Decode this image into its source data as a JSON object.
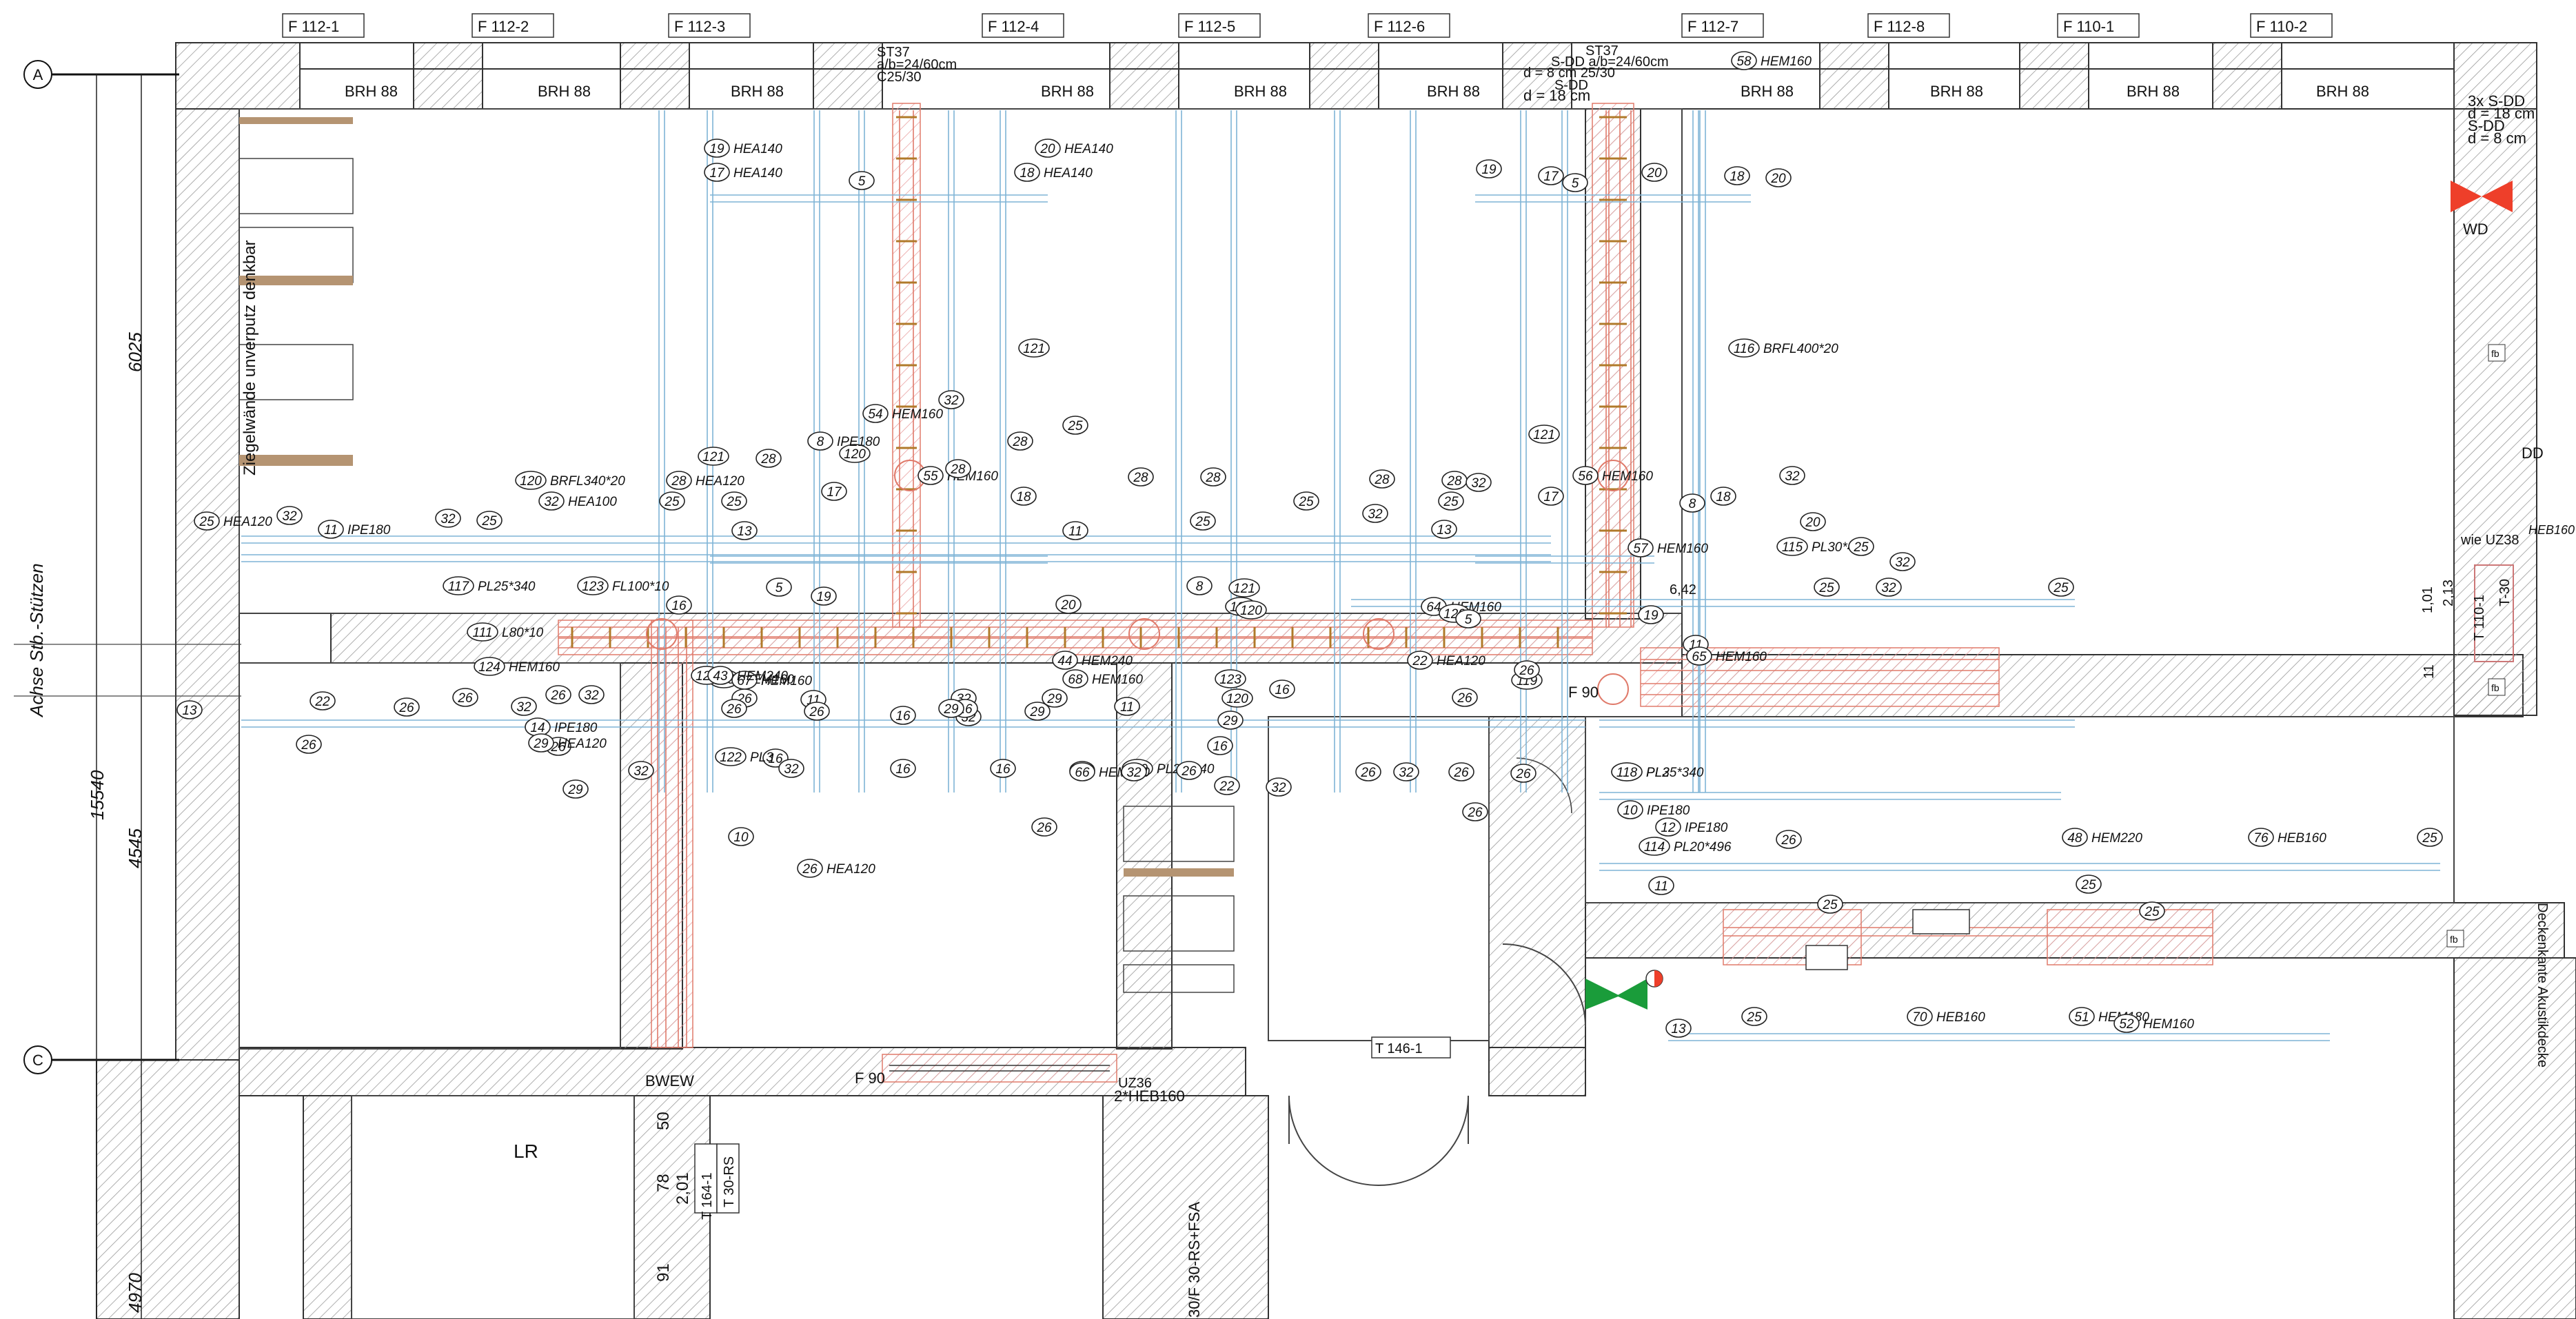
{
  "top_windows": [
    "F 112-1",
    "F 112-2",
    "F 112-3",
    "F 112-4",
    "F 112-5",
    "F 112-6",
    "F 112-7",
    "F 112-8",
    "F 110-1",
    "F 110-2"
  ],
  "parapets": [
    "BRH 88",
    "BRH 88",
    "BRH 88",
    "BRH 88",
    "BRH 88",
    "BRH 88",
    "BRH 88",
    "BRH 88",
    "BRH 88",
    "BRH 88"
  ],
  "axis": {
    "a": "A",
    "c": "C",
    "title": "Achse Stb.-Stützen"
  },
  "dims": {
    "d6025": "6025",
    "d15540": "15540",
    "d4545": "4545",
    "d4970": "4970"
  },
  "notes": {
    "wall_note": "Ziegelwände unverputz denkbar",
    "st37_left": [
      "ST37",
      "a/b=24/60cm",
      "C25/30"
    ],
    "st37_right": [
      "ST37",
      "S-DD a/b=24/60cm",
      "d = 8 cm 25/30",
      "S-DD",
      "d = 18 cm"
    ],
    "right_slab": [
      "3x S-DD",
      "d = 18 cm",
      "S-DD",
      "d = 8 cm"
    ],
    "wd": "WD",
    "dd": "DD",
    "wie_uz38": "wie UZ38",
    "hebw160": "HEB160",
    "t30": "T-30",
    "t110": "T 110-1",
    "dim_101": "1,01",
    "dim_213": "2,13",
    "dim_115": "11",
    "dim_642": "6,42",
    "deckenkante": "Deckenkante Akustikdecke",
    "f90_a": "F 90",
    "f90_b": "F 90",
    "t146": "T 146-1",
    "bwew": "BWEW",
    "lr": "LR",
    "d505": "50",
    "d78": "78",
    "d201": "2,01",
    "d915": "91",
    "t164": "T 164-1",
    "t30rs": "T 30-RS",
    "uz36": "UZ36",
    "heb2": "2*HEB160",
    "t30fsa": "30/F 30-RS+FSA",
    "fb1": "fb",
    "fb2": "fb",
    "fb3": "fb"
  },
  "beam_tags": [
    {
      "n": "19",
      "t": "HEA140"
    },
    {
      "n": "17",
      "t": "HEA140"
    },
    {
      "n": "5",
      "t": ""
    },
    {
      "n": "20",
      "t": "HEA140"
    },
    {
      "n": "18",
      "t": "HEA140"
    },
    {
      "n": "19",
      "t": ""
    },
    {
      "n": "17",
      "t": ""
    },
    {
      "n": "5",
      "t": ""
    },
    {
      "n": "20",
      "t": ""
    },
    {
      "n": "18",
      "t": ""
    },
    {
      "n": "20",
      "t": ""
    },
    {
      "n": "58",
      "t": "HEM160"
    },
    {
      "n": "121",
      "t": ""
    },
    {
      "n": "54",
      "t": "HEM160"
    },
    {
      "n": "32",
      "t": ""
    },
    {
      "n": "120",
      "t": ""
    },
    {
      "n": "55",
      "t": "HEM160"
    },
    {
      "n": "28",
      "t": ""
    },
    {
      "n": "28",
      "t": ""
    },
    {
      "n": "25",
      "t": ""
    },
    {
      "n": "116",
      "t": "BRFL400*20"
    },
    {
      "n": "121",
      "t": ""
    },
    {
      "n": "56",
      "t": "HEM160"
    },
    {
      "n": "57",
      "t": "HEM160"
    },
    {
      "n": "8",
      "t": "IPE180"
    },
    {
      "n": "25",
      "t": "HEA120"
    },
    {
      "n": "32",
      "t": ""
    },
    {
      "n": "11",
      "t": "IPE180"
    },
    {
      "n": "32",
      "t": ""
    },
    {
      "n": "25",
      "t": ""
    },
    {
      "n": "120",
      "t": "BRFL340*20"
    },
    {
      "n": "32",
      "t": "HEA100"
    },
    {
      "n": "28",
      "t": "HEA120"
    },
    {
      "n": "121",
      "t": ""
    },
    {
      "n": "28",
      "t": ""
    },
    {
      "n": "25",
      "t": ""
    },
    {
      "n": "25",
      "t": ""
    },
    {
      "n": "13",
      "t": ""
    },
    {
      "n": "17",
      "t": ""
    },
    {
      "n": "18",
      "t": ""
    },
    {
      "n": "11",
      "t": ""
    },
    {
      "n": "28",
      "t": ""
    },
    {
      "n": "28",
      "t": ""
    },
    {
      "n": "25",
      "t": ""
    },
    {
      "n": "25",
      "t": ""
    },
    {
      "n": "32",
      "t": ""
    },
    {
      "n": "28",
      "t": ""
    },
    {
      "n": "25",
      "t": ""
    },
    {
      "n": "13",
      "t": ""
    },
    {
      "n": "28",
      "t": ""
    },
    {
      "n": "32",
      "t": ""
    },
    {
      "n": "17",
      "t": ""
    },
    {
      "n": "8",
      "t": ""
    },
    {
      "n": "18",
      "t": ""
    },
    {
      "n": "32",
      "t": ""
    },
    {
      "n": "20",
      "t": ""
    },
    {
      "n": "115",
      "t": "PL30*496"
    },
    {
      "n": "25",
      "t": ""
    },
    {
      "n": "32",
      "t": ""
    },
    {
      "n": "25",
      "t": ""
    },
    {
      "n": "32",
      "t": ""
    },
    {
      "n": "25",
      "t": ""
    },
    {
      "n": "117",
      "t": "PL25*340"
    },
    {
      "n": "123",
      "t": "FL100*10"
    },
    {
      "n": "16",
      "t": ""
    },
    {
      "n": "5",
      "t": ""
    },
    {
      "n": "19",
      "t": ""
    },
    {
      "n": "20",
      "t": ""
    },
    {
      "n": "8",
      "t": ""
    },
    {
      "n": "121",
      "t": ""
    },
    {
      "n": "121",
      "t": ""
    },
    {
      "n": "120",
      "t": ""
    },
    {
      "n": "64",
      "t": "HEM160"
    },
    {
      "n": "120",
      "t": ""
    },
    {
      "n": "5",
      "t": ""
    },
    {
      "n": "19",
      "t": ""
    },
    {
      "n": "11",
      "t": ""
    },
    {
      "n": "111",
      "t": "L80*10"
    },
    {
      "n": "124",
      "t": "HEM160"
    },
    {
      "n": "125",
      "t": "HEM160"
    },
    {
      "n": "67",
      "t": "HEM160"
    },
    {
      "n": "68",
      "t": "HEM160"
    },
    {
      "n": "119",
      "t": ""
    },
    {
      "n": "65",
      "t": "HEM160"
    },
    {
      "n": "123",
      "t": ""
    },
    {
      "n": "43",
      "t": "HEM240"
    },
    {
      "n": "44",
      "t": "HEM240"
    },
    {
      "n": "22",
      "t": "HEA120"
    },
    {
      "n": "26",
      "t": ""
    },
    {
      "n": "13",
      "t": ""
    },
    {
      "n": "22",
      "t": ""
    },
    {
      "n": "26",
      "t": ""
    },
    {
      "n": "26",
      "t": ""
    },
    {
      "n": "26",
      "t": ""
    },
    {
      "n": "32",
      "t": ""
    },
    {
      "n": "26",
      "t": ""
    },
    {
      "n": "14",
      "t": "IPE180"
    },
    {
      "n": "32",
      "t": ""
    },
    {
      "n": "26",
      "t": ""
    },
    {
      "n": "11",
      "t": ""
    },
    {
      "n": "26",
      "t": ""
    },
    {
      "n": "29",
      "t": "HEA120"
    },
    {
      "n": "16",
      "t": ""
    },
    {
      "n": "32",
      "t": ""
    },
    {
      "n": "29",
      "t": ""
    },
    {
      "n": "32",
      "t": ""
    },
    {
      "n": "26",
      "t": ""
    },
    {
      "n": "26",
      "t": ""
    },
    {
      "n": "32",
      "t": ""
    },
    {
      "n": "32",
      "t": ""
    },
    {
      "n": "29",
      "t": ""
    },
    {
      "n": "11",
      "t": ""
    },
    {
      "n": "123",
      "t": ""
    },
    {
      "n": "120",
      "t": ""
    },
    {
      "n": "16",
      "t": ""
    },
    {
      "n": "29",
      "t": ""
    },
    {
      "n": "16",
      "t": ""
    },
    {
      "n": "16",
      "t": ""
    },
    {
      "n": "29",
      "t": ""
    },
    {
      "n": "16",
      "t": ""
    },
    {
      "n": "16",
      "t": ""
    },
    {
      "n": "29",
      "t": ""
    },
    {
      "n": "16",
      "t": ""
    },
    {
      "n": "29",
      "t": ""
    },
    {
      "n": "119",
      "t": "PL25*340"
    },
    {
      "n": "26",
      "t": ""
    },
    {
      "n": "66",
      "t": "HEM160"
    },
    {
      "n": "32",
      "t": ""
    },
    {
      "n": "26",
      "t": ""
    },
    {
      "n": "32",
      "t": ""
    },
    {
      "n": "26",
      "t": ""
    },
    {
      "n": "32",
      "t": ""
    },
    {
      "n": "26",
      "t": ""
    },
    {
      "n": "22",
      "t": ""
    },
    {
      "n": "121",
      "t": "PL3"
    },
    {
      "n": "26",
      "t": ""
    },
    {
      "n": "118",
      "t": "PL25*340"
    },
    {
      "n": "114",
      "t": "PL20*496"
    },
    {
      "n": "10",
      "t": ""
    },
    {
      "n": "122",
      "t": "PL3"
    },
    {
      "n": "26",
      "t": ""
    },
    {
      "n": "26",
      "t": "HEA120"
    },
    {
      "n": "26",
      "t": ""
    },
    {
      "n": "10",
      "t": "IPE180"
    },
    {
      "n": "12",
      "t": "IPE180"
    },
    {
      "n": "26",
      "t": ""
    },
    {
      "n": "48",
      "t": "HEM220"
    },
    {
      "n": "76",
      "t": "HEB160"
    },
    {
      "n": "11",
      "t": ""
    },
    {
      "n": "25",
      "t": ""
    },
    {
      "n": "25",
      "t": ""
    },
    {
      "n": "25",
      "t": ""
    },
    {
      "n": "25",
      "t": ""
    },
    {
      "n": "13",
      "t": ""
    },
    {
      "n": "25",
      "t": ""
    },
    {
      "n": "70",
      "t": "HEB160"
    },
    {
      "n": "51",
      "t": "HEM180"
    },
    {
      "n": "52",
      "t": "HEM160"
    }
  ]
}
